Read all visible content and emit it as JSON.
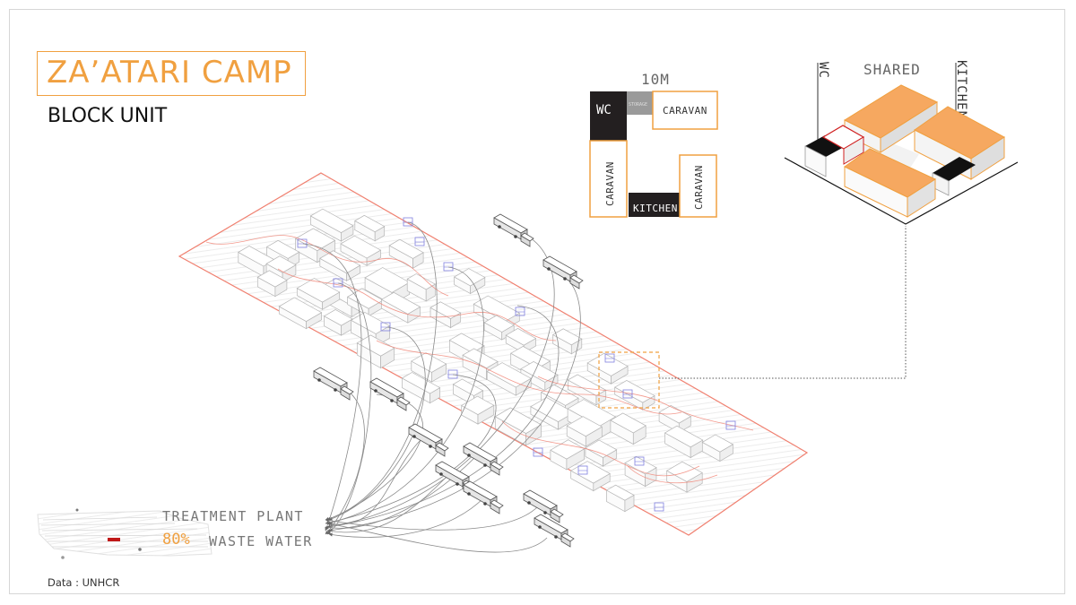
{
  "header": {
    "title": "ZA’ATARI CAMP",
    "subtitle": "BLOCK UNIT"
  },
  "plan": {
    "dimension": "10M",
    "wc": "WC",
    "storage": "STORAGE",
    "caravan_top": "CARAVAN",
    "caravan_left": "CARAVAN",
    "caravan_right": "CARAVAN",
    "kitchen": "KITCHEN"
  },
  "axon": {
    "wc": "WC",
    "shared": "SHARED",
    "kitchen": "KITCHEN"
  },
  "treatment": {
    "title": "TREATMENT PLANT",
    "percent": "80%",
    "label": "WASTE WATER"
  },
  "source": "Data : UNHCR",
  "colors": {
    "accent": "#f0a040",
    "boundary": "#f08070",
    "dark": "#231f20",
    "storage": "#9a9a9a",
    "path": "#8a8a8a",
    "sewer": "#8080e0"
  }
}
